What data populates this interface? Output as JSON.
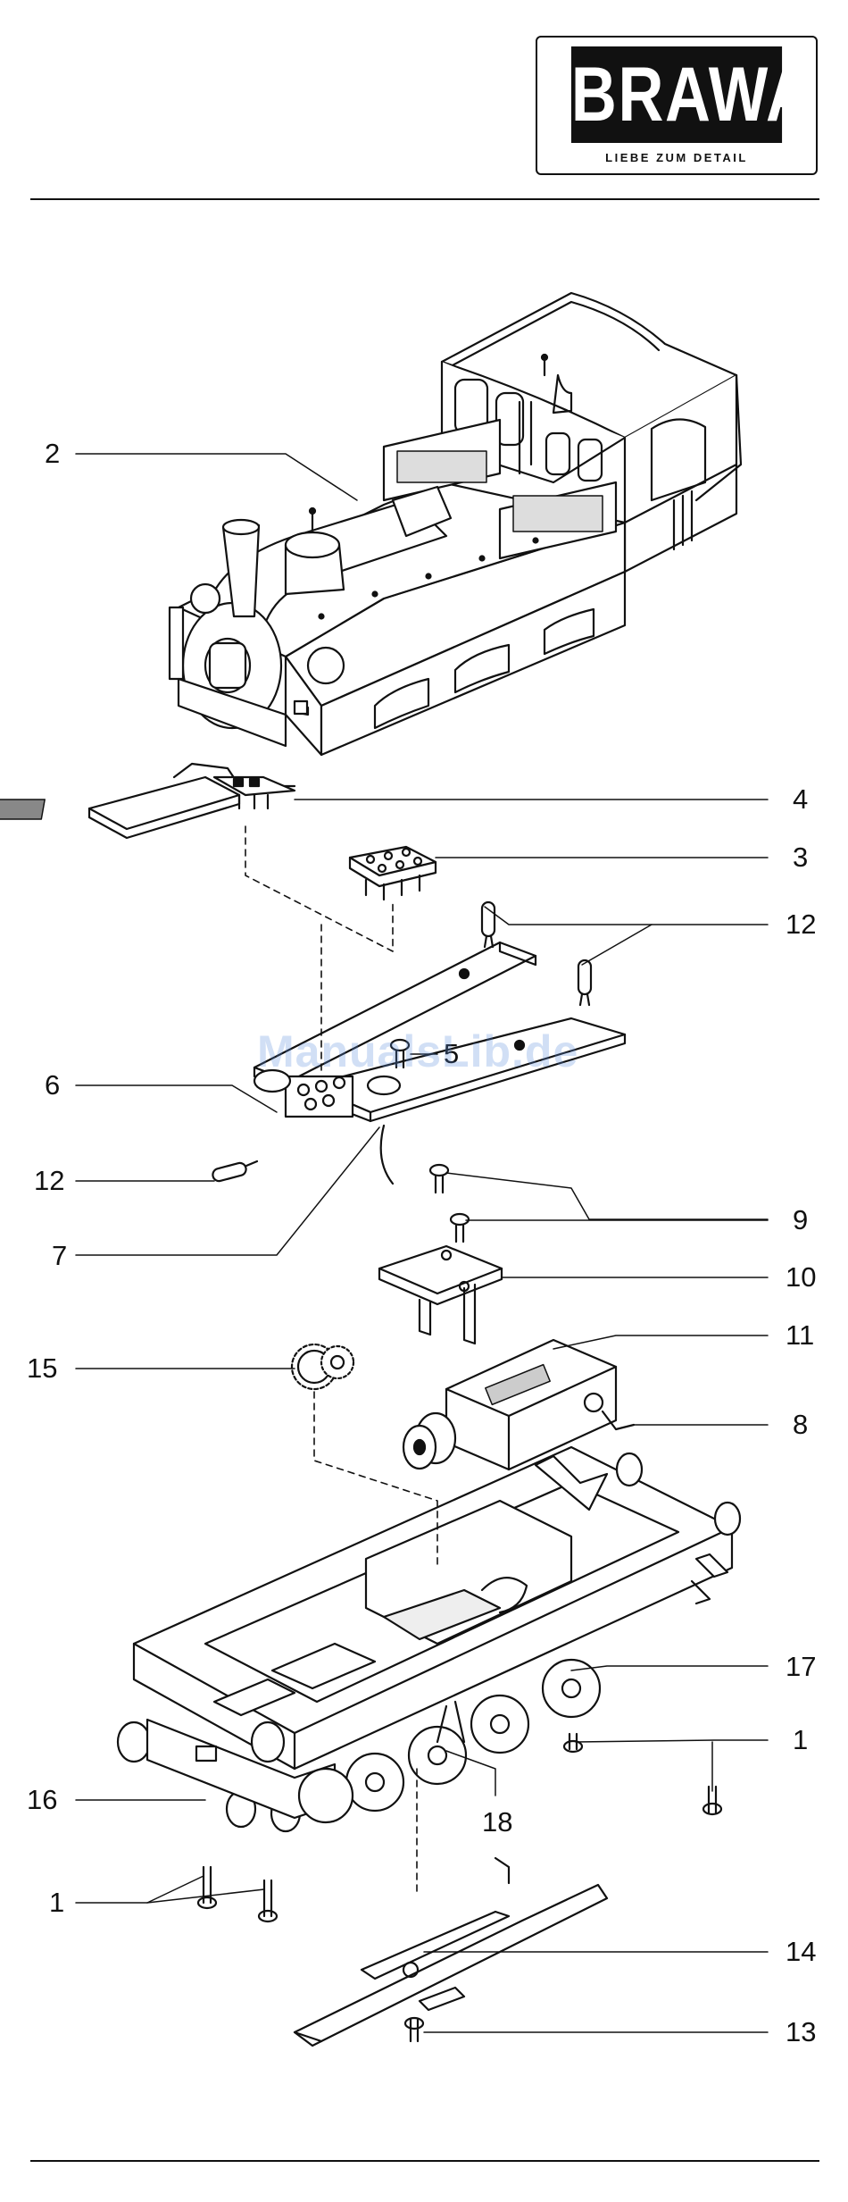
{
  "logo": {
    "brand": "BRAWA",
    "tagline": "LIEBE ZUM DETAIL"
  },
  "watermark": "ManualsLib.de",
  "diagram": {
    "callouts": {
      "c1_right": "1",
      "c1_left": "1",
      "c2": "2",
      "c3": "3",
      "c4": "4",
      "c5": "5",
      "c6": "6",
      "c7": "7",
      "c8": "8",
      "c9": "9",
      "c10": "10",
      "c11": "11",
      "c12_right": "12",
      "c12_left": "12",
      "c13": "13",
      "c14": "14",
      "c15": "15",
      "c16": "16",
      "c17": "17",
      "c18": "18"
    }
  }
}
